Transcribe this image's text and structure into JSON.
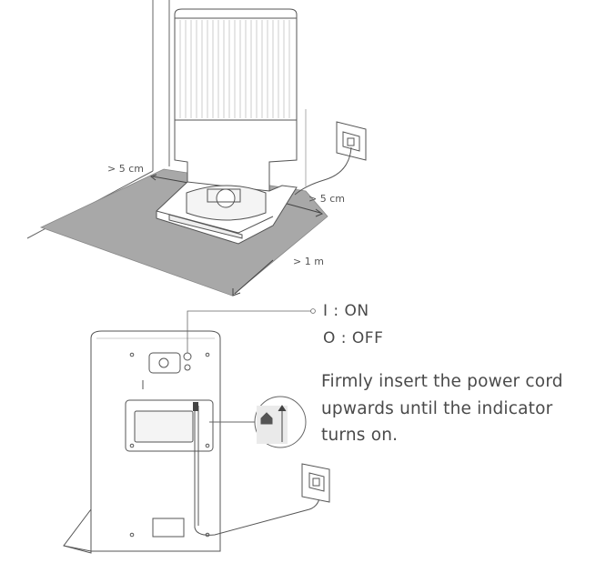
{
  "clearance": {
    "left": "> 5 cm",
    "right": "> 5 cm",
    "front": "> 1 m"
  },
  "power_switch": {
    "on_label": "I : ON",
    "off_label": "O : OFF"
  },
  "instruction": {
    "line1": "Firmly insert the power cord",
    "line2": "upwards until the indicator",
    "line3": "turns on."
  },
  "colors": {
    "floor_mat": "#a8a8a8",
    "line": "#555555",
    "text": "#4a4a4a"
  }
}
